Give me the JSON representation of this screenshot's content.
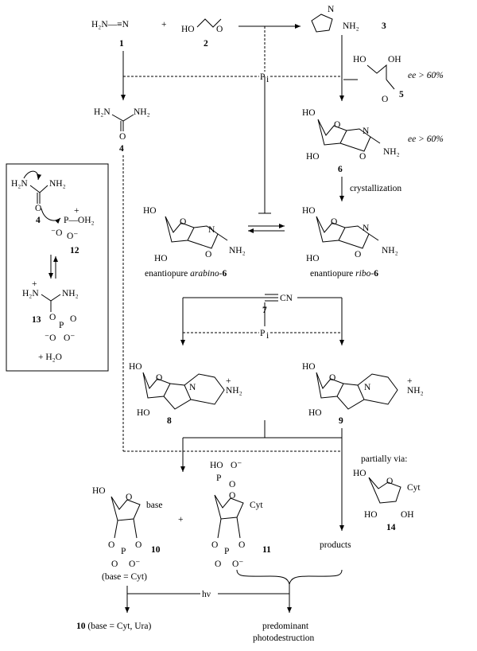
{
  "row1": {
    "cyanamide": "H₂N—≡N",
    "plus": "+",
    "glycolaldehyde_ho": "HO",
    "glycolaldehyde_o": "O",
    "aminooxazole_n": "N",
    "aminooxazole_nh2": "NH₂",
    "num1": "1",
    "num2": "2",
    "num3": "3"
  },
  "pi_label": "P",
  "pi_sub": "i",
  "urea": {
    "h2n": "H₂N",
    "nh2": "NH₂",
    "o": "O",
    "num": "4"
  },
  "glyceraldehyde": {
    "ho": "HO",
    "oh": "OH",
    "o": "O",
    "num": "5",
    "ee": "ee > 60%"
  },
  "compound6_top": {
    "ho1": "HO",
    "ho2": "HO",
    "o": "O",
    "n": "N",
    "nh2": "NH₂",
    "o2": "O",
    "num": "6",
    "ee": "ee > 60%"
  },
  "crystallization": "crystallization",
  "box": {
    "h2n": "H₂N",
    "nh2": "NH₂",
    "o": "O",
    "num4": "4",
    "phos": "P—OH₂",
    "plus": "+",
    "o_minus": "⁻O",
    "o_minus2": "O⁻",
    "num12": "12",
    "h2n_plus": "H₂N",
    "nh2b": "NH₂",
    "num13": "13",
    "water": "+ H₂O"
  },
  "arabino": {
    "ho1": "HO",
    "ho2": "HO",
    "o": "O",
    "n": "N",
    "nh2": "NH₂",
    "o2": "O",
    "label": "enantiopure arabino-6"
  },
  "ribo": {
    "ho1": "HO",
    "ho2": "HO",
    "o": "O",
    "n": "N",
    "nh2": "NH₂",
    "o2": "O",
    "label": "enantiopure ribo-6"
  },
  "cyanoacetylene": {
    "cn": "CN",
    "num": "7"
  },
  "c8": {
    "ho1": "HO",
    "ho2": "HO",
    "o": "O",
    "n": "N",
    "nh2": "NH₂",
    "plus": "+",
    "num": "8"
  },
  "c9": {
    "ho1": "HO",
    "ho2": "HO",
    "o": "O",
    "n": "N",
    "nh2": "NH₂",
    "plus": "+",
    "num": "9"
  },
  "partially_via": "partially via:",
  "c14": {
    "ho": "HO",
    "oh": "OH",
    "ho2": "HO",
    "cyt": "Cyt",
    "num": "14"
  },
  "c10": {
    "ho": "HO",
    "base": "base",
    "p": "P",
    "o": "O",
    "num": "10",
    "base_note": "(base = Cyt)"
  },
  "c11": {
    "ho": "HO",
    "o_minus": "O⁻",
    "p": "P",
    "cyt": "Cyt",
    "num": "11"
  },
  "products": "products",
  "hv": "hν",
  "final_left": "10 (base = Cyt, Ura)",
  "final_left_num": "10",
  "final_left_rest": " (base = Cyt, Ura)",
  "final_right_1": "predominant",
  "final_right_2": "photodestruction"
}
